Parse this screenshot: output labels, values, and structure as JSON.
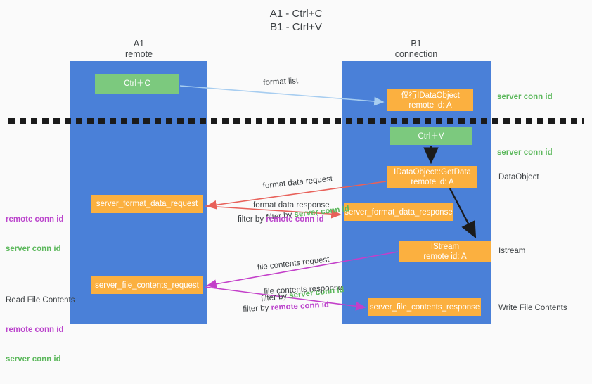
{
  "title": "A1 - Ctrl+C\nB1 - Ctrl+V",
  "lanes": {
    "a1": {
      "name": "A1",
      "sub": "remote",
      "header": "A1\nremote"
    },
    "b1": {
      "name": "B1",
      "sub": "connection",
      "header": "B1\nconnection"
    }
  },
  "nodes": {
    "ctrl_c": {
      "label": "Ctrl＋C",
      "color": "#7cc97e"
    },
    "idataobject_copy": {
      "line1": "仅行IDataObject",
      "line2": "remote id: A",
      "color": "#fbb040"
    },
    "ctrl_v": {
      "label": "Ctrl＋V",
      "color": "#7cc97e"
    },
    "getdata": {
      "line1": "IDataObject::GetData",
      "line2": "remote id: A",
      "color": "#fbb040"
    },
    "server_format_data_request": {
      "label": "server_format_data_request",
      "color": "#fbb040"
    },
    "server_format_data_response": {
      "label": "server_format_data_response",
      "color": "#fbb040"
    },
    "istream": {
      "line1": "IStream",
      "line2": "remote id: A",
      "color": "#fbb040"
    },
    "server_file_contents_request": {
      "label": "server_file_contents_request",
      "color": "#fbb040"
    },
    "server_file_contents_response": {
      "label": "server_file_contents_response",
      "color": "#fbb040"
    }
  },
  "edge_labels": {
    "format_list": "format list",
    "format_data_request": "format data request",
    "format_data_request_filter_prefix": "filter by ",
    "format_data_request_filter_value": "server conn id",
    "format_data_response": "format data response",
    "format_data_response_filter_prefix": "filter by ",
    "format_data_response_filter_value": "remote conn id",
    "file_contents_request": "file contents request",
    "file_contents_request_filter_prefix": "filter by ",
    "file_contents_request_filter_value": "server conn id",
    "file_contents_response": "file contents response",
    "file_contents_response_filter_prefix": "filter by ",
    "file_contents_response_filter_value": "remote conn id"
  },
  "annotations": {
    "server_conn_id_top": "server conn id",
    "server_conn_id_mid": "server conn id",
    "dataobject": "DataObject",
    "istream": "Istream",
    "write_file_contents": "Write File Contents",
    "read_file_contents": "Read File Contents",
    "remote_conn_id": "remote conn id",
    "server_conn_id": "server conn id"
  },
  "colors": {
    "lane_blue": "#4a80d8",
    "node_green": "#7cc97e",
    "node_orange": "#fbb040",
    "green_text": "#5cb85c",
    "purple_text": "#bb44cc",
    "arrow_red": "#e8615a",
    "arrow_magenta": "#c33fc9",
    "arrow_lightblue": "#a7cdf0",
    "arrow_black": "#1b1b1b",
    "background": "#fafafa"
  }
}
